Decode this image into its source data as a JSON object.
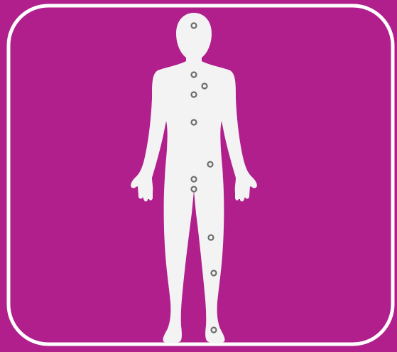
{
  "colors": {
    "background": "#b01f8c",
    "frame": "#ffffff",
    "silhouette": "#f3f3f3",
    "marker": "#6d6d6d"
  },
  "icons": {
    "figure": "human-body-silhouette-icon",
    "marker": "ring-marker-icon"
  },
  "markers": [
    {
      "id": "head"
    },
    {
      "id": "neck"
    },
    {
      "id": "right-shoulder"
    },
    {
      "id": "upper-chest"
    },
    {
      "id": "abdomen"
    },
    {
      "id": "right-hip"
    },
    {
      "id": "groin-upper"
    },
    {
      "id": "groin-lower"
    },
    {
      "id": "right-thigh"
    },
    {
      "id": "right-knee"
    },
    {
      "id": "right-ankle"
    }
  ]
}
